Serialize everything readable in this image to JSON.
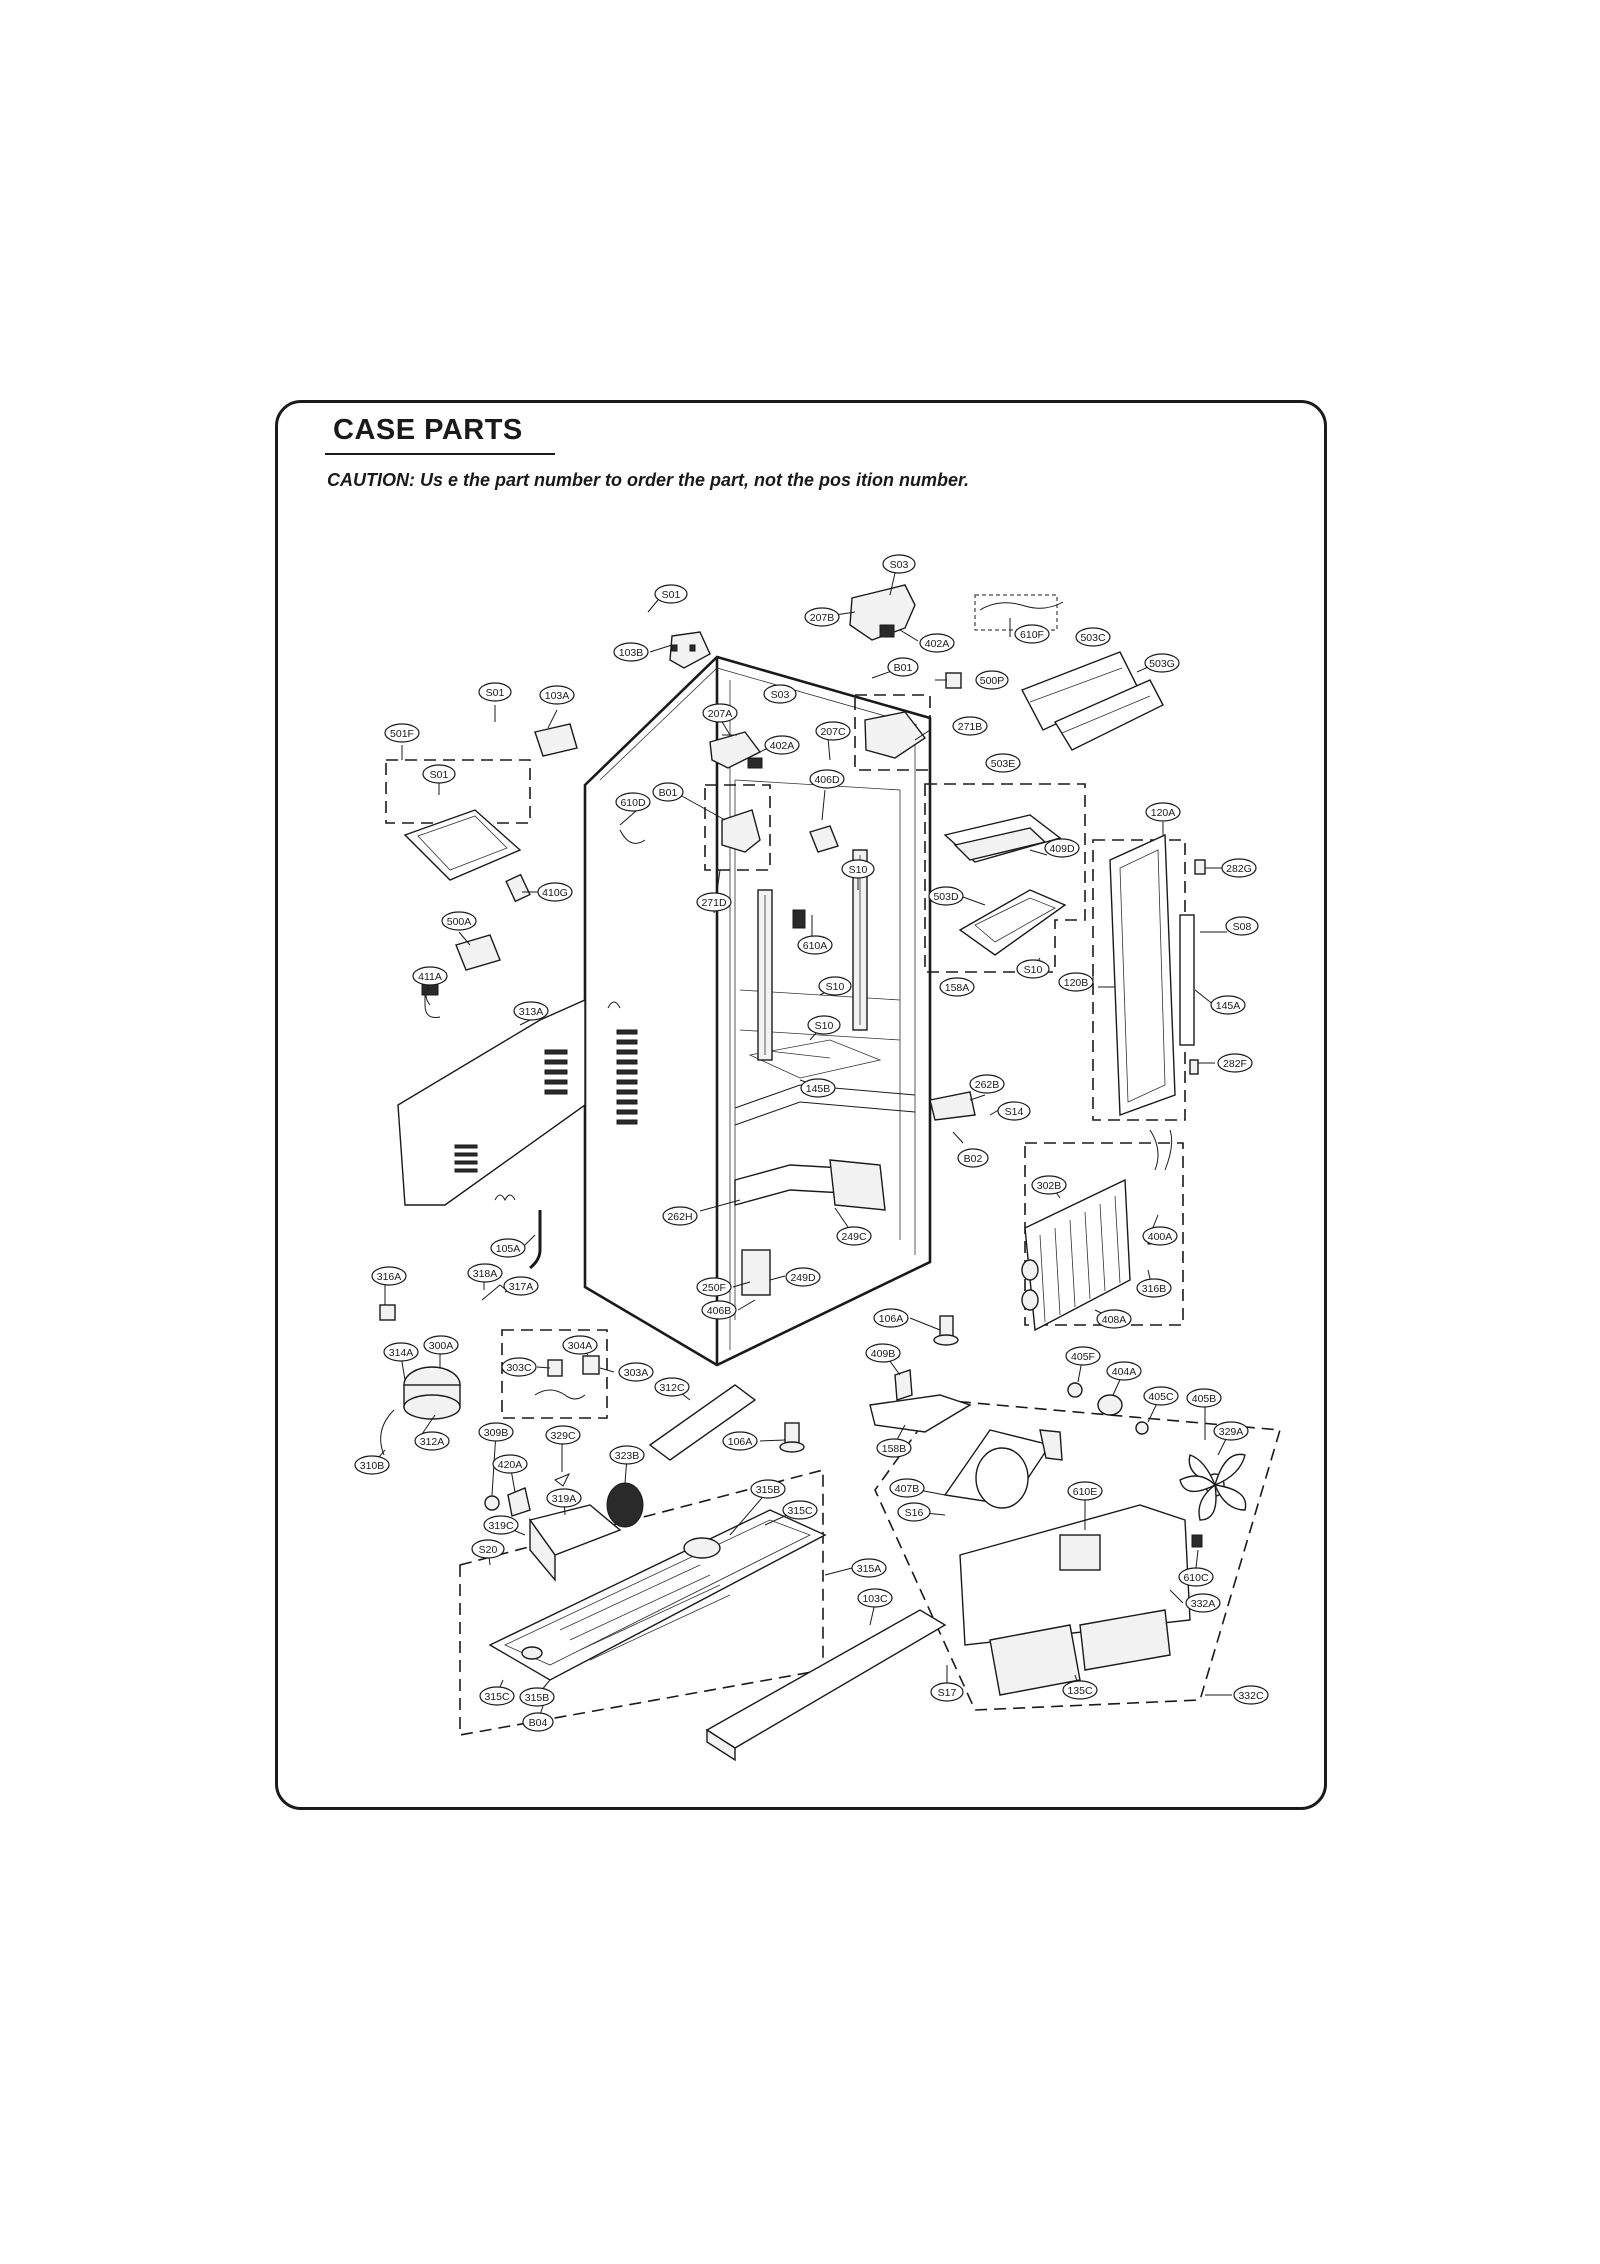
{
  "title": "CASE PARTS",
  "caution": "CAUTION: Us e the part number to order the part, not the pos ition number.",
  "callouts": [
    {
      "label": "S03",
      "name": "callout-s03-top"
    },
    {
      "label": "S01",
      "name": "callout-s01-top"
    },
    {
      "label": "207B",
      "name": "callout-207b"
    },
    {
      "label": "610F",
      "name": "callout-610f"
    },
    {
      "label": "103B",
      "name": "callout-103b"
    },
    {
      "label": "402A",
      "name": "callout-402a-top"
    },
    {
      "label": "503C",
      "name": "callout-503c"
    },
    {
      "label": "B01",
      "name": "callout-b01-top"
    },
    {
      "label": "500P",
      "name": "callout-500p"
    },
    {
      "label": "503G",
      "name": "callout-503g"
    },
    {
      "label": "S01",
      "name": "callout-s01-left"
    },
    {
      "label": "103A",
      "name": "callout-103a"
    },
    {
      "label": "S03",
      "name": "callout-s03-mid"
    },
    {
      "label": "207A",
      "name": "callout-207a"
    },
    {
      "label": "271B",
      "name": "callout-271b"
    },
    {
      "label": "501F",
      "name": "callout-501f"
    },
    {
      "label": "402A",
      "name": "callout-402a-mid"
    },
    {
      "label": "207C",
      "name": "callout-207c"
    },
    {
      "label": "S01",
      "name": "callout-s01-tray"
    },
    {
      "label": "503E",
      "name": "callout-503e"
    },
    {
      "label": "406D",
      "name": "callout-406d"
    },
    {
      "label": "B01",
      "name": "callout-b01-mid"
    },
    {
      "label": "610D",
      "name": "callout-610d"
    },
    {
      "label": "120A",
      "name": "callout-120a"
    },
    {
      "label": "409D",
      "name": "callout-409d"
    },
    {
      "label": "282G",
      "name": "callout-282g"
    },
    {
      "label": "S10",
      "name": "callout-s10-a"
    },
    {
      "label": "410G",
      "name": "callout-410g"
    },
    {
      "label": "503D",
      "name": "callout-503d"
    },
    {
      "label": "271D",
      "name": "callout-271d"
    },
    {
      "label": "S08",
      "name": "callout-s08"
    },
    {
      "label": "500A",
      "name": "callout-500a"
    },
    {
      "label": "610A",
      "name": "callout-610a"
    },
    {
      "label": "411A",
      "name": "callout-411a"
    },
    {
      "label": "S10",
      "name": "callout-s10-b"
    },
    {
      "label": "158A",
      "name": "callout-158a"
    },
    {
      "label": "120B",
      "name": "callout-120b"
    },
    {
      "label": "S10",
      "name": "callout-s10-c"
    },
    {
      "label": "145A",
      "name": "callout-145a"
    },
    {
      "label": "313A",
      "name": "callout-313a"
    },
    {
      "label": "S10",
      "name": "callout-s10-d"
    },
    {
      "label": "145B",
      "name": "callout-145b"
    },
    {
      "label": "282F",
      "name": "callout-282f"
    },
    {
      "label": "262B",
      "name": "callout-262b"
    },
    {
      "label": "S14",
      "name": "callout-s14"
    },
    {
      "label": "B02",
      "name": "callout-b02"
    },
    {
      "label": "302B",
      "name": "callout-302b"
    },
    {
      "label": "262H",
      "name": "callout-262h"
    },
    {
      "label": "249C",
      "name": "callout-249c"
    },
    {
      "label": "400A",
      "name": "callout-400a"
    },
    {
      "label": "105A",
      "name": "callout-105a"
    },
    {
      "label": "316A",
      "name": "callout-316a"
    },
    {
      "label": "318A",
      "name": "callout-318a"
    },
    {
      "label": "249D",
      "name": "callout-249d"
    },
    {
      "label": "316B",
      "name": "callout-316b"
    },
    {
      "label": "317A",
      "name": "callout-317a"
    },
    {
      "label": "250F",
      "name": "callout-250f"
    },
    {
      "label": "406B",
      "name": "callout-406b"
    },
    {
      "label": "106A",
      "name": "callout-106a-top"
    },
    {
      "label": "408A",
      "name": "callout-408a"
    },
    {
      "label": "314A",
      "name": "callout-314a"
    },
    {
      "label": "300A",
      "name": "callout-300a"
    },
    {
      "label": "304A",
      "name": "callout-304a"
    },
    {
      "label": "409B",
      "name": "callout-409b"
    },
    {
      "label": "405F",
      "name": "callout-405f"
    },
    {
      "label": "303C",
      "name": "callout-303c"
    },
    {
      "label": "303A",
      "name": "callout-303a"
    },
    {
      "label": "404A",
      "name": "callout-404a"
    },
    {
      "label": "312C",
      "name": "callout-312c"
    },
    {
      "label": "405C",
      "name": "callout-405c"
    },
    {
      "label": "405B",
      "name": "callout-405b"
    },
    {
      "label": "309B",
      "name": "callout-309b"
    },
    {
      "label": "329C",
      "name": "callout-329c"
    },
    {
      "label": "312A",
      "name": "callout-312a"
    },
    {
      "label": "106A",
      "name": "callout-106a-bottom"
    },
    {
      "label": "329A",
      "name": "callout-329a"
    },
    {
      "label": "158B",
      "name": "callout-158b"
    },
    {
      "label": "420A",
      "name": "callout-420a"
    },
    {
      "label": "323B",
      "name": "callout-323b"
    },
    {
      "label": "310B",
      "name": "callout-310b"
    },
    {
      "label": "315B",
      "name": "callout-315b-top"
    },
    {
      "label": "407B",
      "name": "callout-407b"
    },
    {
      "label": "610E",
      "name": "callout-610e"
    },
    {
      "label": "319A",
      "name": "callout-319a"
    },
    {
      "label": "315C",
      "name": "callout-315c-top"
    },
    {
      "label": "S16",
      "name": "callout-s16"
    },
    {
      "label": "319C",
      "name": "callout-319c"
    },
    {
      "label": "S20",
      "name": "callout-s20"
    },
    {
      "label": "315A",
      "name": "callout-315a"
    },
    {
      "label": "610C",
      "name": "callout-610c"
    },
    {
      "label": "103C",
      "name": "callout-103c"
    },
    {
      "label": "332A",
      "name": "callout-332a"
    },
    {
      "label": "315C",
      "name": "callout-315c-bottom"
    },
    {
      "label": "315B",
      "name": "callout-315b-bottom"
    },
    {
      "label": "S17",
      "name": "callout-s17"
    },
    {
      "label": "135C",
      "name": "callout-135c"
    },
    {
      "label": "332C",
      "name": "callout-332c"
    },
    {
      "label": "B04",
      "name": "callout-b04"
    }
  ]
}
